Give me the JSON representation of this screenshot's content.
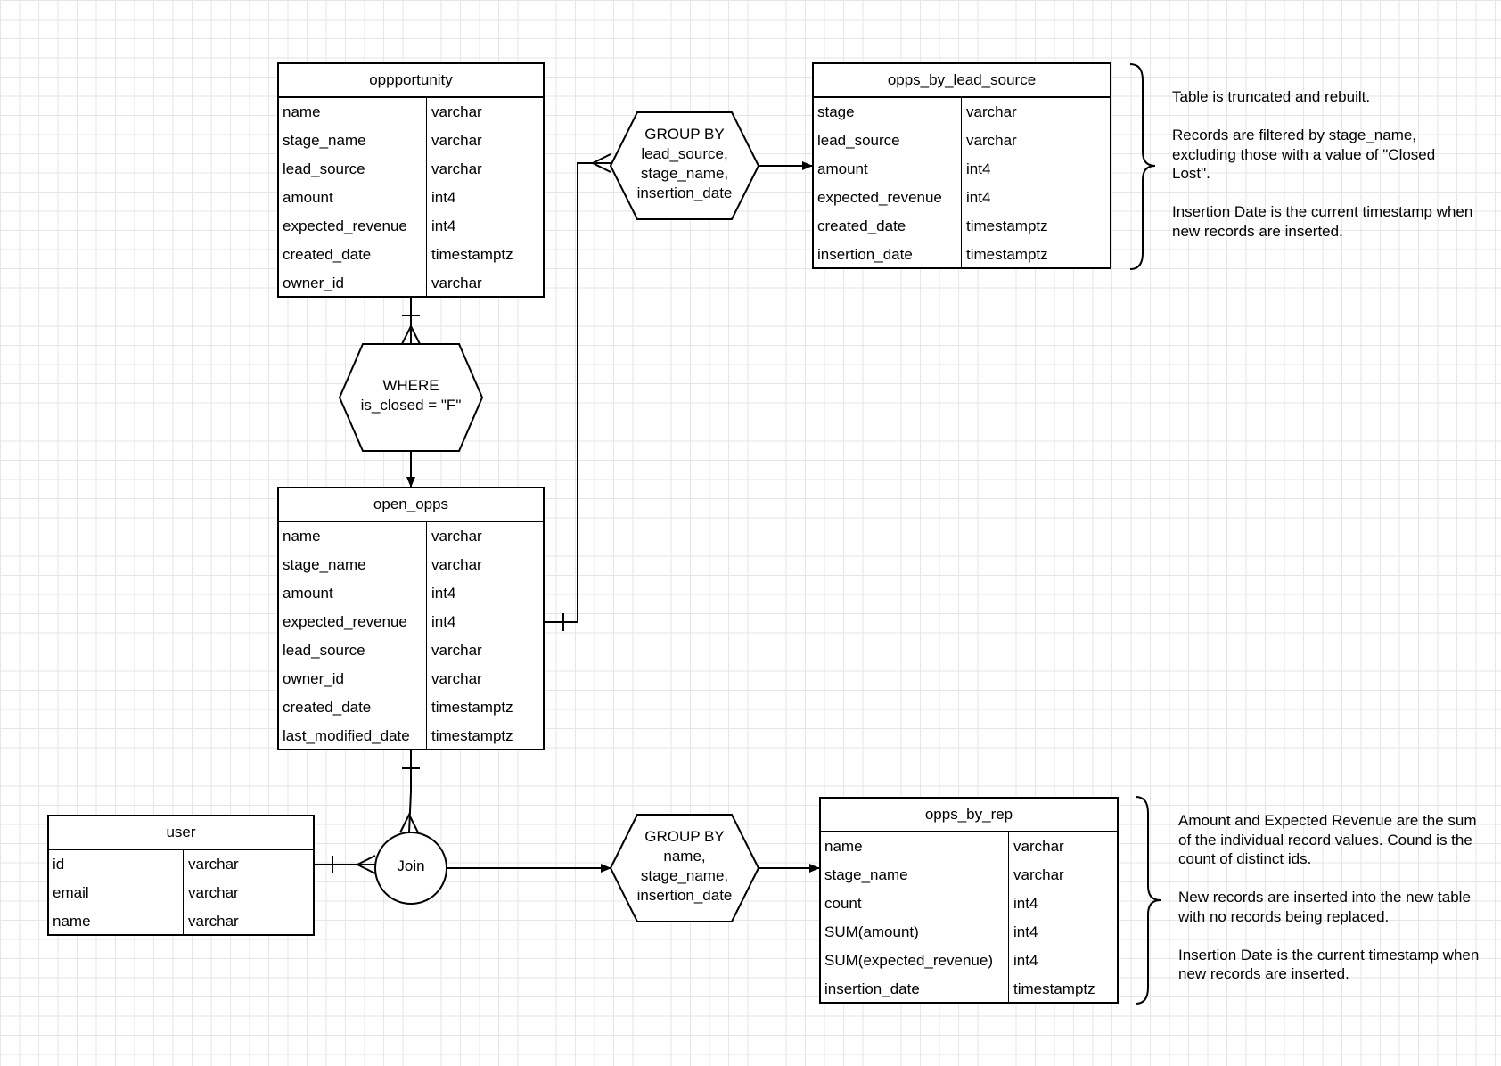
{
  "entities": {
    "opportunity": {
      "title": "oppportunity",
      "rows": [
        {
          "name": "name",
          "type": "varchar"
        },
        {
          "name": "stage_name",
          "type": "varchar"
        },
        {
          "name": "lead_source",
          "type": "varchar"
        },
        {
          "name": "amount",
          "type": "int4"
        },
        {
          "name": "expected_revenue",
          "type": "int4"
        },
        {
          "name": "created_date",
          "type": "timestamptz"
        },
        {
          "name": "owner_id",
          "type": "varchar"
        }
      ]
    },
    "open_opps": {
      "title": "open_opps",
      "rows": [
        {
          "name": "name",
          "type": "varchar"
        },
        {
          "name": "stage_name",
          "type": "varchar"
        },
        {
          "name": "amount",
          "type": "int4"
        },
        {
          "name": "expected_revenue",
          "type": "int4"
        },
        {
          "name": "lead_source",
          "type": "varchar"
        },
        {
          "name": "owner_id",
          "type": "varchar"
        },
        {
          "name": "created_date",
          "type": "timestamptz"
        },
        {
          "name": "last_modified_date",
          "type": "timestamptz"
        }
      ]
    },
    "opps_by_lead_source": {
      "title": "opps_by_lead_source",
      "rows": [
        {
          "name": "stage",
          "type": "varchar"
        },
        {
          "name": "lead_source",
          "type": "varchar"
        },
        {
          "name": "amount",
          "type": "int4"
        },
        {
          "name": "expected_revenue",
          "type": "int4"
        },
        {
          "name": "created_date",
          "type": "timestamptz"
        },
        {
          "name": "insertion_date",
          "type": "timestamptz"
        }
      ]
    },
    "user": {
      "title": "user",
      "rows": [
        {
          "name": "id",
          "type": "varchar"
        },
        {
          "name": "email",
          "type": "varchar"
        },
        {
          "name": "name",
          "type": "varchar"
        }
      ]
    },
    "opps_by_rep": {
      "title": "opps_by_rep",
      "rows": [
        {
          "name": "name",
          "type": "varchar"
        },
        {
          "name": "stage_name",
          "type": "varchar"
        },
        {
          "name": "count",
          "type": "int4"
        },
        {
          "name": "SUM(amount)",
          "type": "int4"
        },
        {
          "name": "SUM(expected_revenue)",
          "type": "int4"
        },
        {
          "name": "insertion_date",
          "type": "timestamptz"
        }
      ]
    }
  },
  "operations": {
    "where": {
      "label": "WHERE\nis_closed = \"F\""
    },
    "group_lead_source": {
      "label": "GROUP BY\nlead_source,\nstage_name,\ninsertion_date"
    },
    "join": {
      "label": "Join"
    },
    "group_rep": {
      "label": "GROUP BY\nname,\nstage_name,\ninsertion_date"
    }
  },
  "notes": {
    "lead_source": [
      "Table is truncated and rebuilt.",
      "Records are filtered by stage_name, excluding those with a value of \"Closed Lost\".",
      "Insertion Date is the current timestamp when new records are inserted."
    ],
    "rep": [
      "Amount and Expected Revenue are the sum of the individual record values. Cound is the count of distinct ids.",
      "New records are inserted into the new table with no records being replaced.",
      "Insertion Date is the current timestamp when new records are inserted."
    ]
  }
}
